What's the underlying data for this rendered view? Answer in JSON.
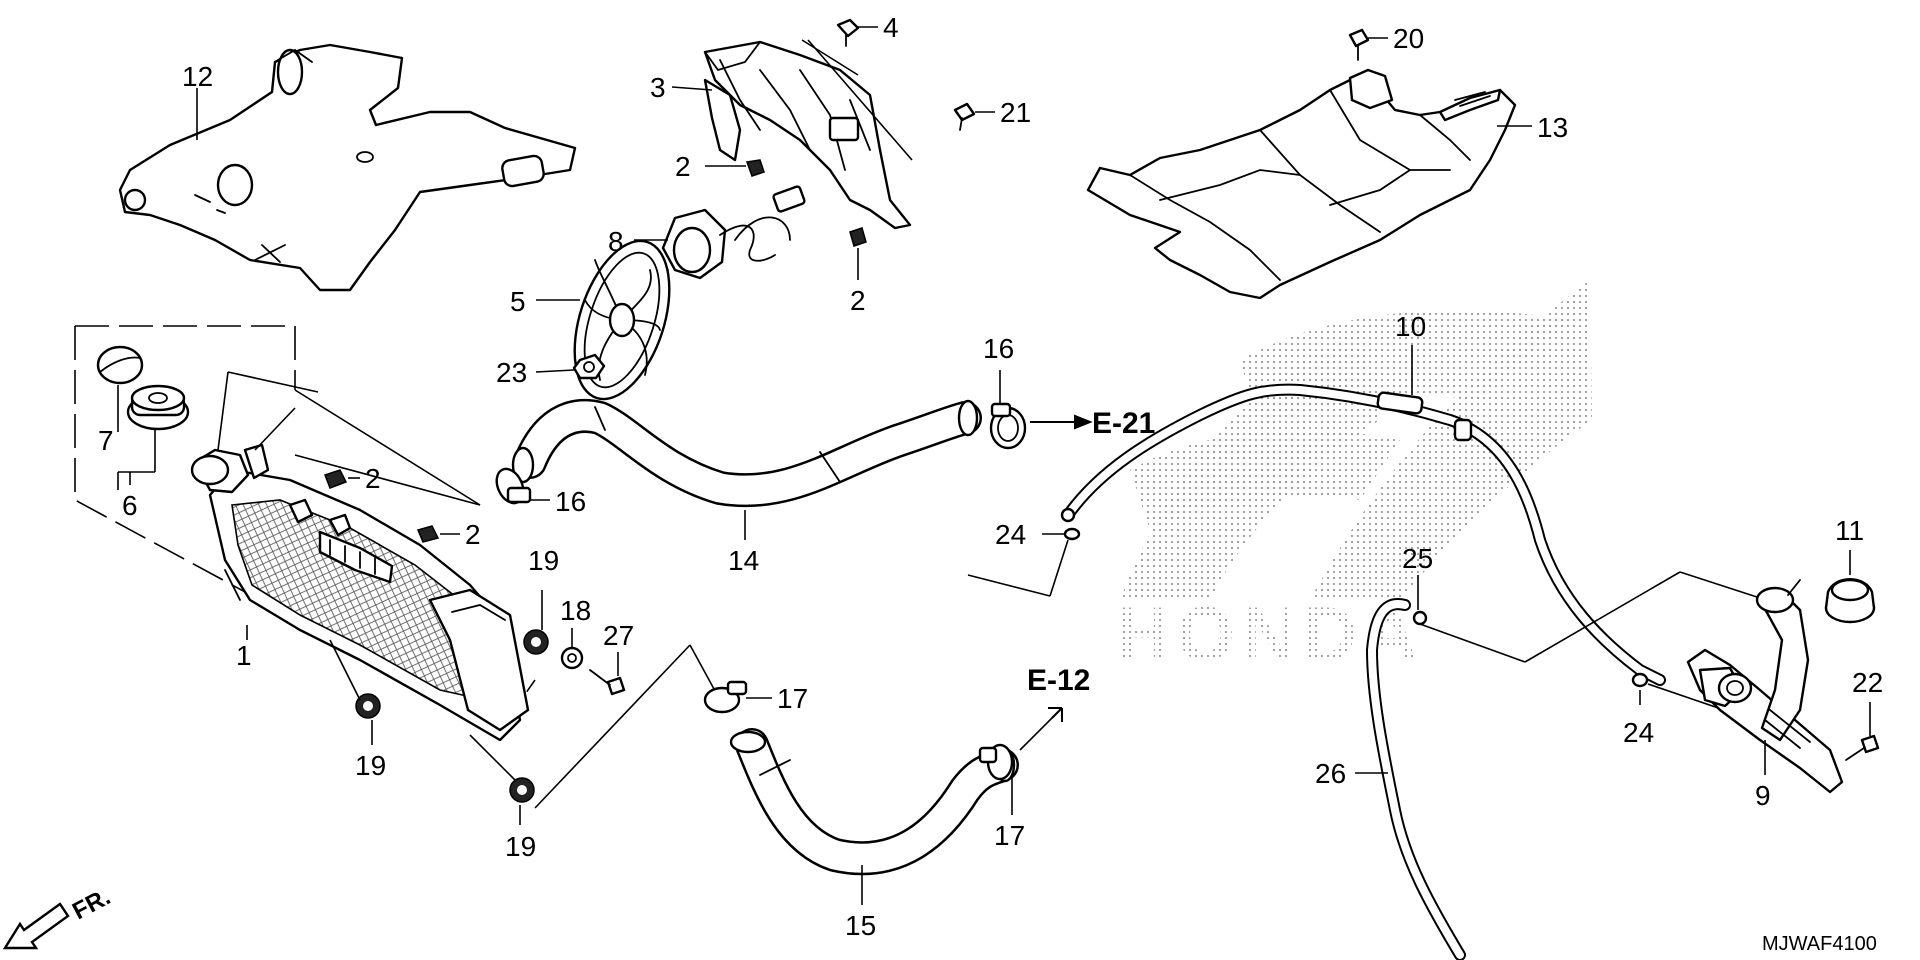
{
  "diagram_code": "MJWAF4100",
  "front_indicator": "FR.",
  "logo_text": "HONDA",
  "refs": {
    "e21": "E-21",
    "e12": "E-12"
  },
  "callouts": {
    "c1": "1",
    "c2a": "2",
    "c2b": "2",
    "c2c": "2",
    "c2d": "2",
    "c3": "3",
    "c4": "4",
    "c5": "5",
    "c6": "6",
    "c7": "7",
    "c8": "8",
    "c9": "9",
    "c10": "10",
    "c11": "11",
    "c12": "12",
    "c13": "13",
    "c14": "14",
    "c15": "15",
    "c16a": "16",
    "c16b": "16",
    "c17a": "17",
    "c17b": "17",
    "c18": "18",
    "c19a": "19",
    "c19b": "19",
    "c19c": "19",
    "c20": "20",
    "c21": "21",
    "c22": "22",
    "c23": "23",
    "c24a": "24",
    "c24b": "24",
    "c25": "25",
    "c26": "26",
    "c27": "27"
  }
}
